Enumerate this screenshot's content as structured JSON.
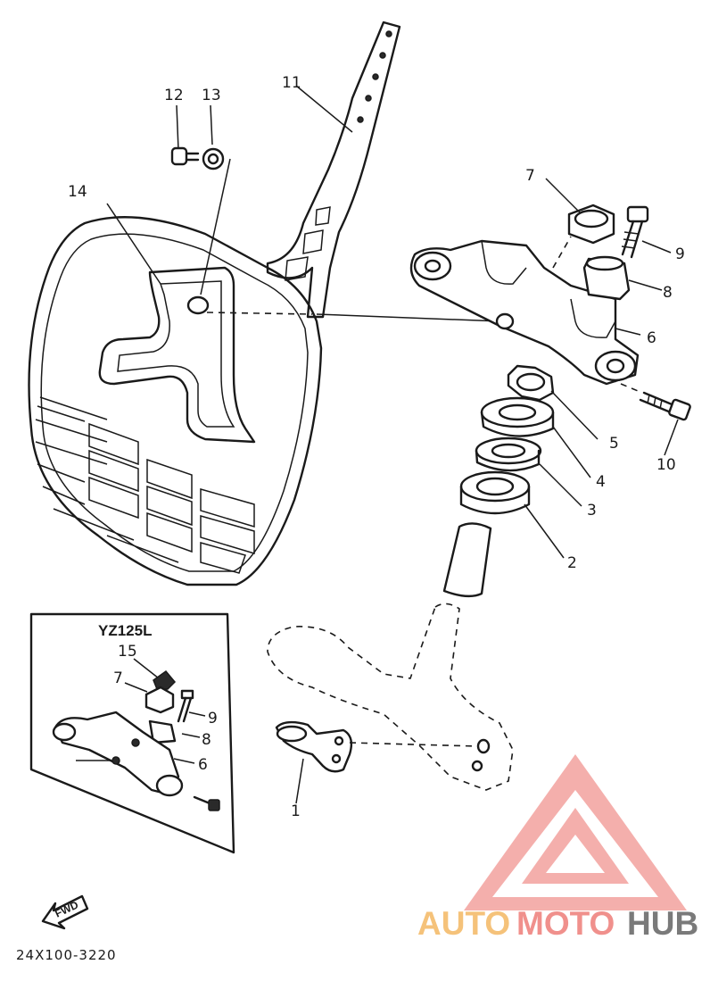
{
  "labels": {
    "p1": "1",
    "p2": "2",
    "p3": "3",
    "p4": "4",
    "p5": "5",
    "p6": "6",
    "p7": "7",
    "p8": "8",
    "p9": "9",
    "p10": "10",
    "p11": "11",
    "p12": "12",
    "p13": "13",
    "p14": "14"
  },
  "inset": {
    "title": "YZ125L",
    "labels": {
      "p15": "15",
      "p7": "7",
      "p9": "9",
      "p8": "8",
      "p6": "6"
    }
  },
  "fwd_label": "FWD",
  "drawing_code": "24X100-3220",
  "watermark": {
    "part1": "AUTO",
    "part2": "MOTO",
    "part3": "HUB",
    "colors": {
      "primary": "#f0908c",
      "secondary": "#f5c27a",
      "dark": "#7a7a7a"
    }
  }
}
